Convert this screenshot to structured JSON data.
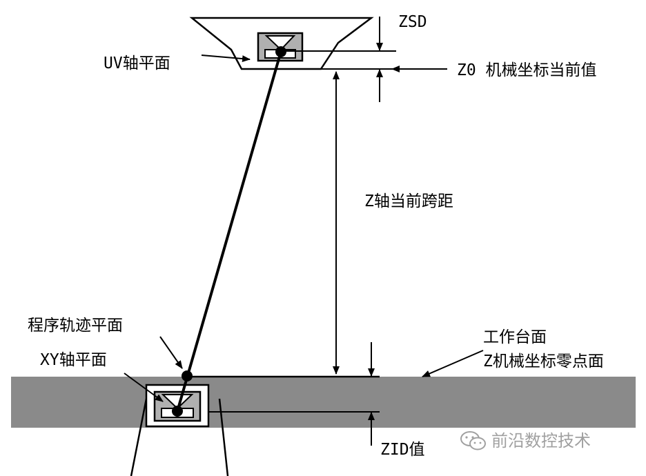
{
  "labels": {
    "zsd": "ZSD",
    "uv_plane": "UV轴平面",
    "z0_value": "Z0 机械坐标当前值",
    "z_span": "Z轴当前跨距",
    "program_path_plane": "程序轨迹平面",
    "xy_plane": "XY轴平面",
    "worktable_line1": "工作台面",
    "worktable_line2": "Z机械坐标零点面",
    "zid_value": "ZID值"
  },
  "watermark": {
    "text": "前沿数控技术",
    "icon": "wechat-icon"
  },
  "colors": {
    "worktable": "#8a8a8a",
    "guide_box": "#b0b0b0",
    "line": "#000000",
    "watermark": "#a0a0a0"
  }
}
